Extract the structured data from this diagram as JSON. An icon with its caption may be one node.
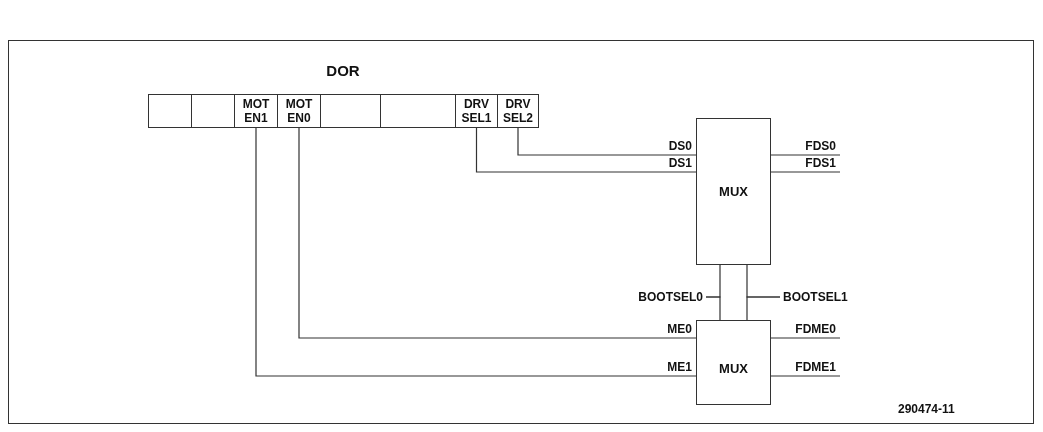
{
  "diagram": {
    "nodes": [
      {
        "text": [
          "DOR"
        ]
      },
      {
        "text": [],
        "shape": "box",
        "in": 0
      },
      {
        "text": [],
        "shape": "box",
        "in": 0
      },
      {
        "text": [
          "MOT EN1"
        ],
        "in": 0
      },
      {
        "text": [
          "MOT EN0"
        ],
        "in": 0
      },
      {
        "text": [],
        "shape": "box",
        "in": 0
      },
      {
        "text": [],
        "shape": "box",
        "in": 0
      },
      {
        "text": [
          "DRV SEL1"
        ],
        "in": 0
      },
      {
        "text": [
          "DRV SEL2"
        ],
        "in": 0
      },
      {
        "text": [
          "MUX"
        ]
      },
      {
        "text": [
          "BOOTSEL0"
        ]
      },
      {
        "text": [
          "BOOTSEL1"
        ]
      },
      {
        "text": [
          "MUX"
        ]
      }
    ],
    "edges": [
      {
        "from": 8,
        "to": 9,
        "arrow": "none",
        "label": "DS0"
      },
      {
        "from": 7,
        "to": 9,
        "arrow": "none",
        "label": "DS1"
      },
      {
        "from": 9,
        "to": null,
        "arrow": "none",
        "label": "FDS0"
      },
      {
        "from": 9,
        "to": null,
        "arrow": "none",
        "label": "FDS1"
      },
      {
        "from": 10,
        "to": 9,
        "arrow": "none"
      },
      {
        "from": 10,
        "to": 12,
        "arrow": "none"
      },
      {
        "from": 11,
        "to": 9,
        "arrow": "none"
      },
      {
        "from": 11,
        "to": 12,
        "arrow": "none"
      },
      {
        "from": 4,
        "to": 12,
        "arrow": "none",
        "label": "ME0"
      },
      {
        "from": 3,
        "to": 12,
        "arrow": "none",
        "label": "ME1"
      },
      {
        "from": 12,
        "to": null,
        "arrow": "none",
        "label": "FDME0"
      },
      {
        "from": 12,
        "to": null,
        "arrow": "none",
        "label": "FDME1"
      }
    ],
    "labels": [
      "290474-11"
    ]
  }
}
